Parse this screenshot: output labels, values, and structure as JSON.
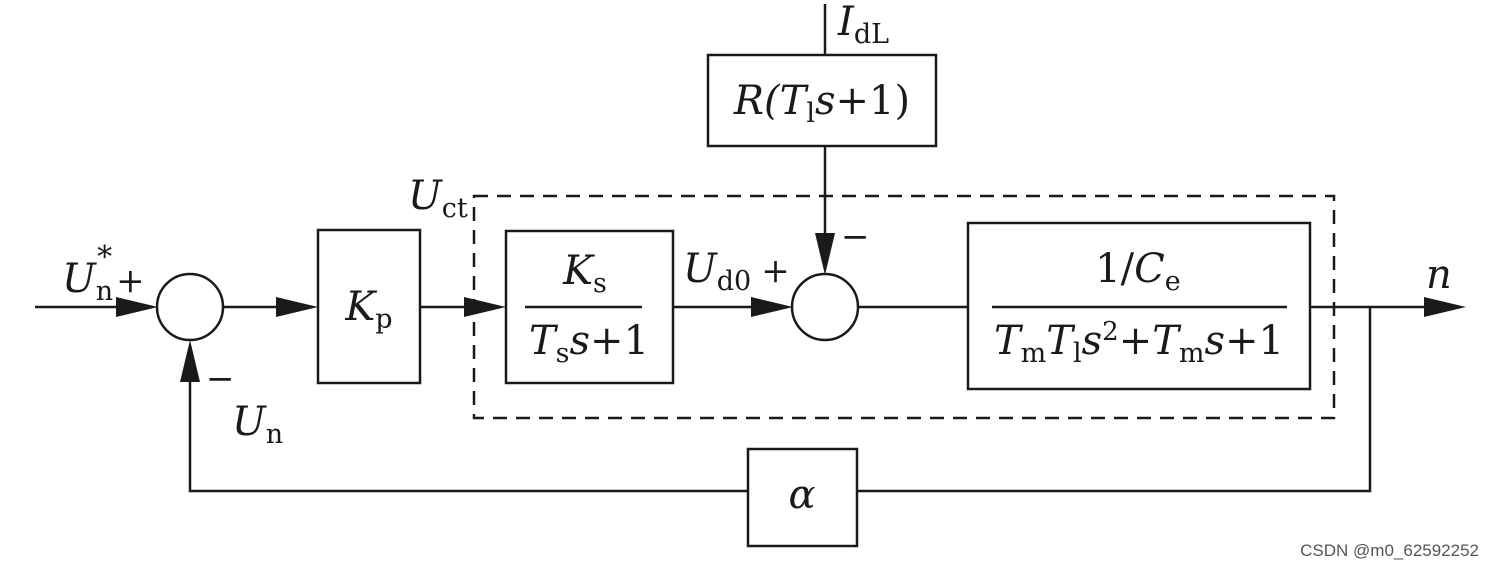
{
  "signals": {
    "reference": {
      "sym": "U",
      "sub": "n",
      "sup": "*",
      "sign": "+"
    },
    "feedback": {
      "sym": "U",
      "sub": "n",
      "sign": "−"
    },
    "control": {
      "sym": "U",
      "sub": "ct"
    },
    "rectifier_out": {
      "sym": "U",
      "sub": "d0",
      "sign": "+"
    },
    "load_current": {
      "sym": "I",
      "sub": "dL"
    },
    "load_sign": "−",
    "output": "n"
  },
  "blocks": {
    "controller": {
      "sym": "K",
      "sub": "p"
    },
    "rectifier": {
      "num_sym": "K",
      "num_sub": "s",
      "den_sym": "T",
      "den_sub": "s",
      "den_var": "s",
      "den_tail": "+1"
    },
    "load": {
      "prefix": "R(",
      "sym": "T",
      "sub": "l",
      "var": "s",
      "tail": "+1)"
    },
    "motor": {
      "num_prefix": "1/",
      "num_sym": "C",
      "num_sub": "e",
      "den_t1": "T",
      "den_t1_sub": "m",
      "den_t2": "T",
      "den_t2_sub": "l",
      "den_s1": "s",
      "den_pow": "2",
      "den_plus1": "+",
      "den_t3": "T",
      "den_t3_sub": "m",
      "den_s2": "s",
      "den_tail": "+1"
    },
    "feedback_gain": {
      "sym": "α"
    }
  },
  "watermark": "CSDN @m0_62592252"
}
